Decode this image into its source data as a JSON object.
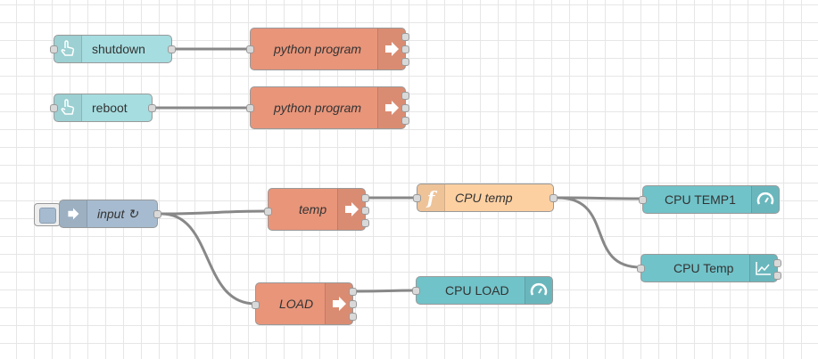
{
  "canvas": {
    "background": "#ffffff",
    "grid_color": "#e6e6e6",
    "wire_color": "#888888"
  },
  "nodes": {
    "shutdown": {
      "label": "shutdown",
      "icon": "hand-pointer-icon",
      "color": "#a6dde0"
    },
    "reboot": {
      "label": "reboot",
      "icon": "hand-pointer-icon",
      "color": "#a6dde0"
    },
    "python_program_1": {
      "label": "python program",
      "icon": "arrow-right-icon",
      "color": "#e8957a"
    },
    "python_program_2": {
      "label": "python program",
      "icon": "arrow-right-icon",
      "color": "#e8957a"
    },
    "input": {
      "label": "input ↻",
      "icon": "arrow-right-icon",
      "color": "#a6bbcf"
    },
    "temp": {
      "label": "temp",
      "icon": "arrow-right-icon",
      "color": "#e8957a"
    },
    "load": {
      "label": "LOAD",
      "icon": "arrow-right-icon",
      "color": "#e8957a"
    },
    "cpu_temp": {
      "label": "CPU temp",
      "icon": "function-icon",
      "color": "#fdd0a2"
    },
    "cpu_temp1": {
      "label": "CPU TEMP1",
      "icon": "gauge-icon",
      "color": "#70c3c9"
    },
    "cpu_temp_chart": {
      "label": "CPU Temp",
      "icon": "chart-icon",
      "color": "#70c3c9"
    },
    "cpu_load": {
      "label": "CPU LOAD",
      "icon": "gauge-icon",
      "color": "#70c3c9"
    }
  }
}
